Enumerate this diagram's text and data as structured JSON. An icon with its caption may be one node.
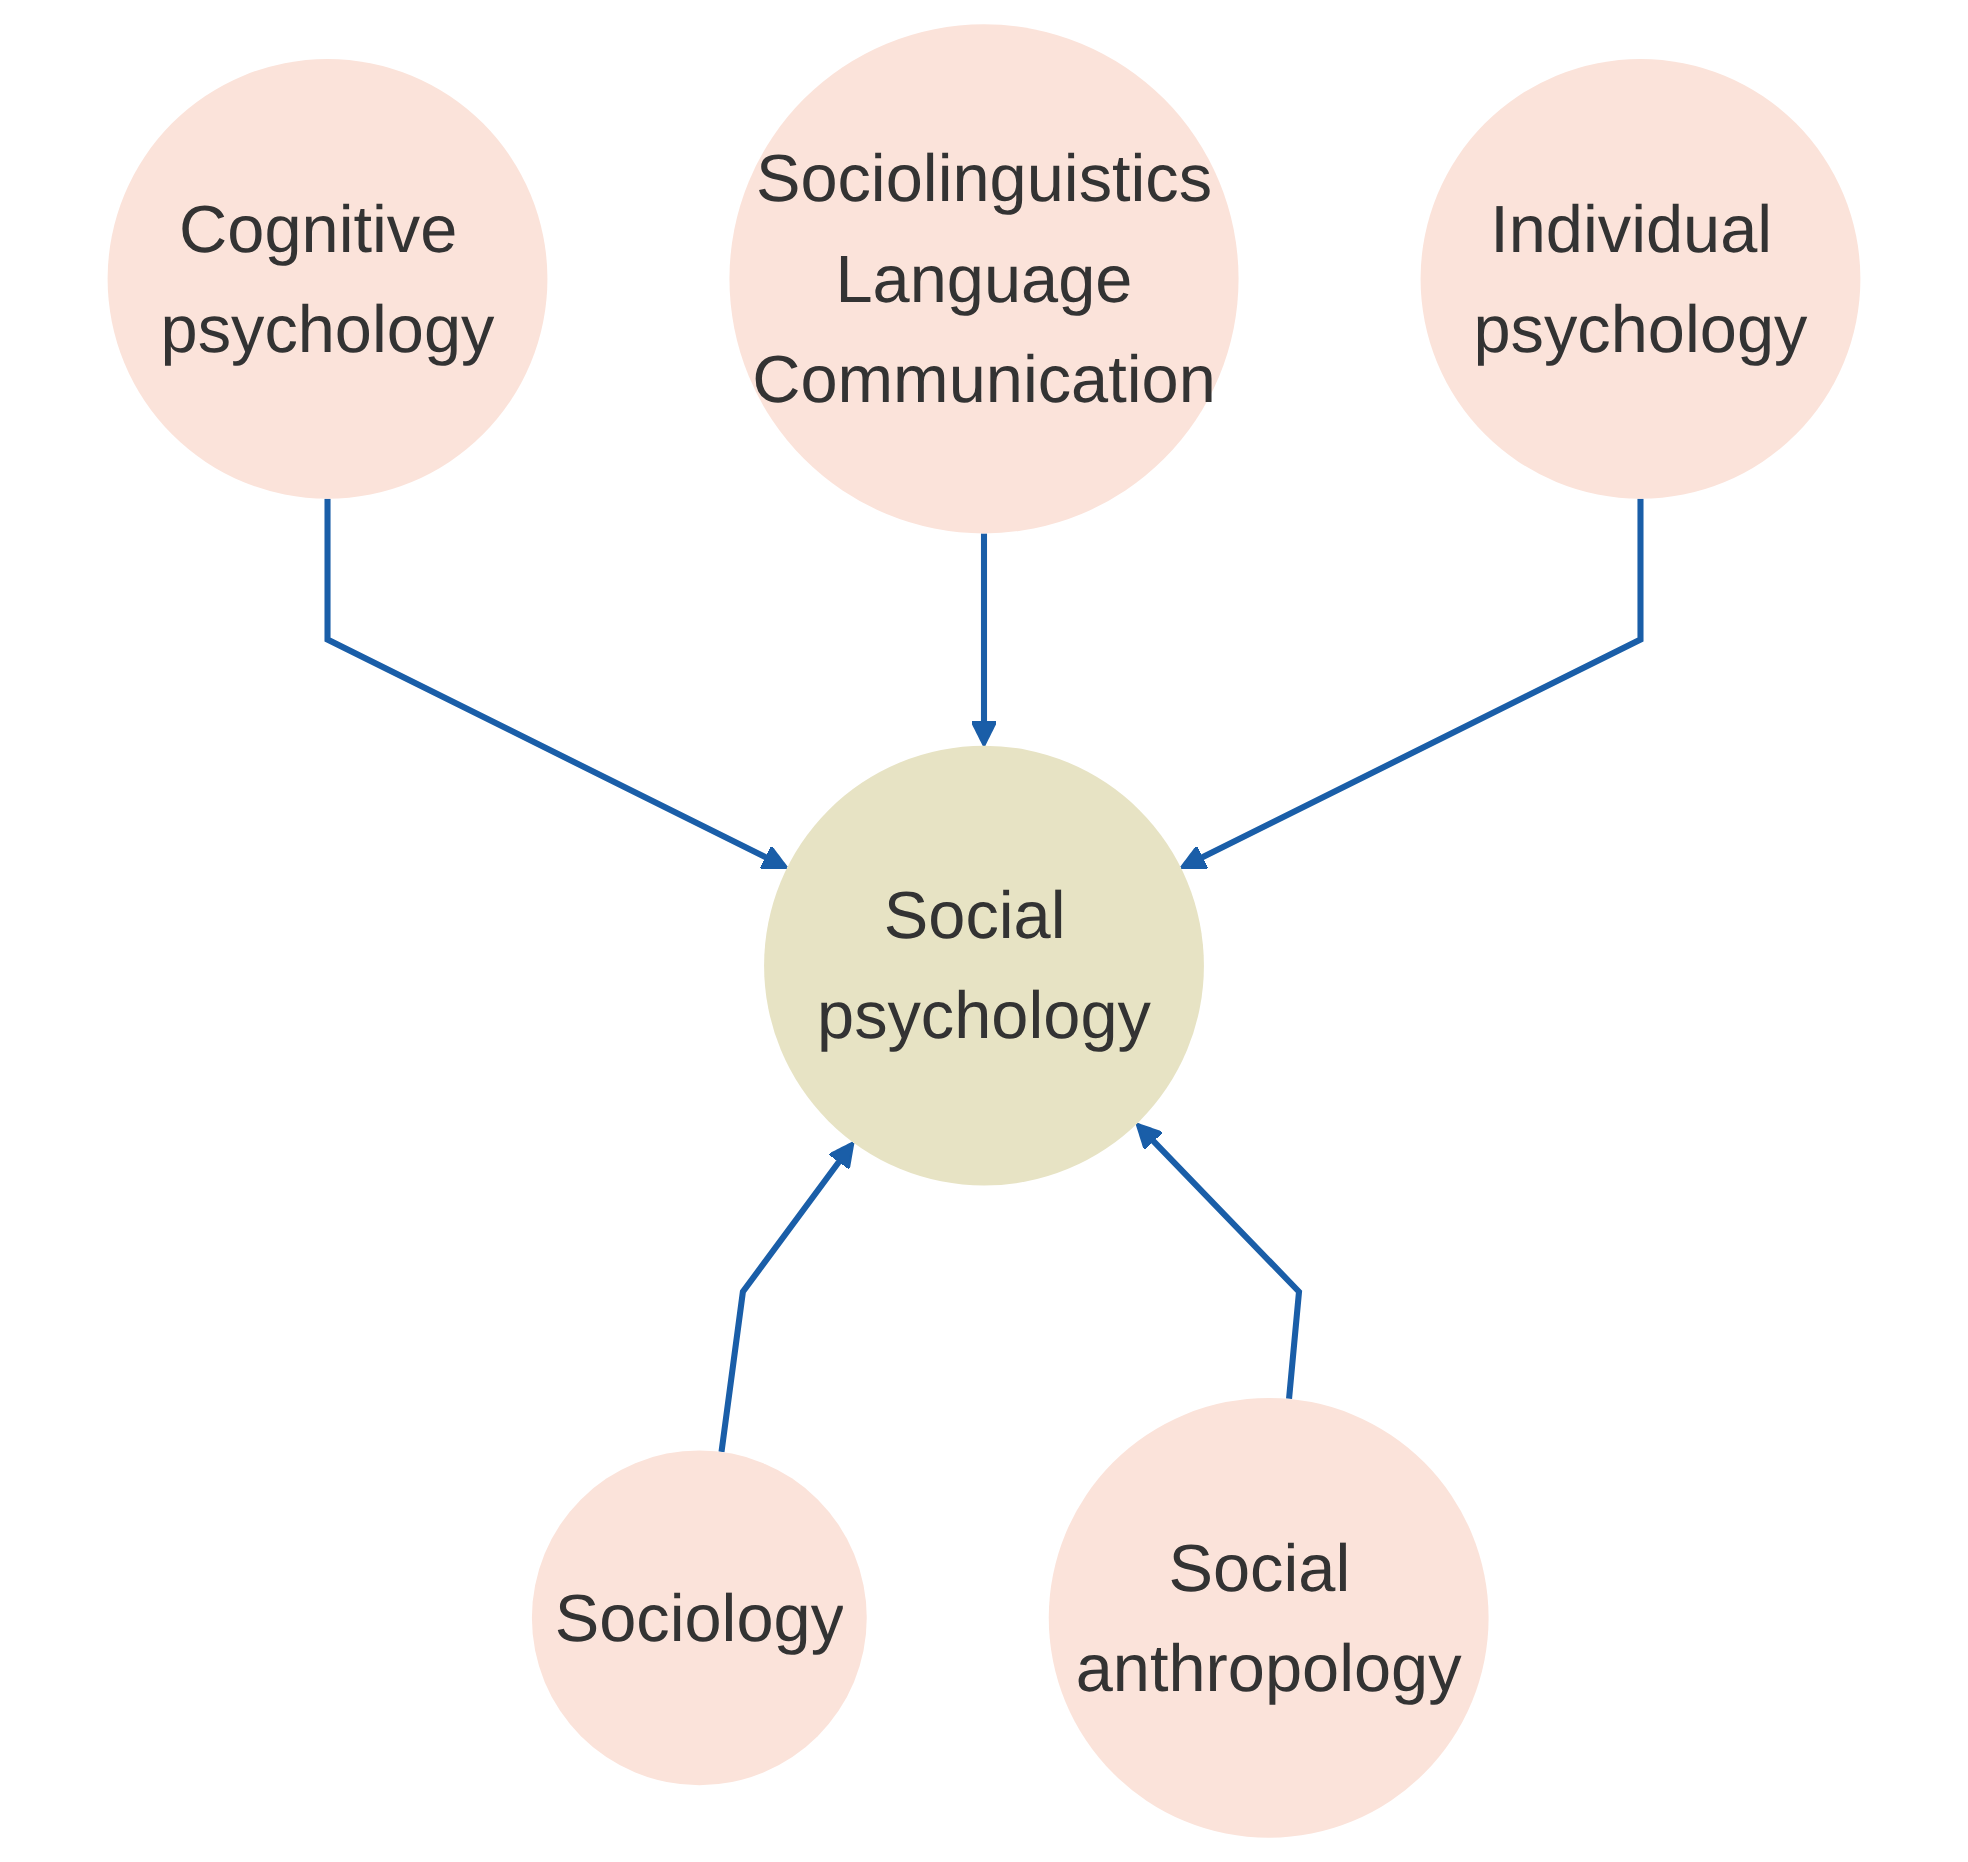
{
  "diagram": {
    "nodes": [
      {
        "text": [
          "Cognitive psychology"
        ]
      },
      {
        "text": [
          "Sociolinguistics",
          "Language",
          "Communication"
        ]
      },
      {
        "text": [
          "Individual psychology"
        ]
      },
      {
        "text": [
          "Social psychology"
        ]
      },
      {
        "text": [
          "Sociology"
        ]
      },
      {
        "text": [
          "Social anthropology"
        ]
      }
    ],
    "edges": [
      {
        "from": 0,
        "to": 3,
        "arrow": "to"
      },
      {
        "from": 1,
        "to": 3,
        "arrow": "to"
      },
      {
        "from": 2,
        "to": 3,
        "arrow": "to"
      },
      {
        "from": 4,
        "to": 3,
        "arrow": "to"
      },
      {
        "from": 5,
        "to": 3,
        "arrow": "to"
      }
    ]
  }
}
